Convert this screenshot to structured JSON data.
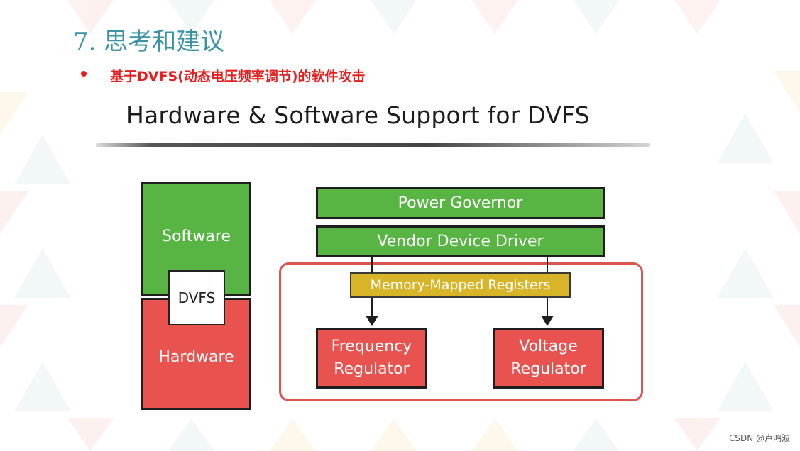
{
  "slide": {
    "title": "7. 思考和建议",
    "bullet": "基于DVFS(动态电压频率调节)的软件攻击",
    "heading": "Hardware & Software Support for DVFS",
    "watermark": "CSDN @卢鸿波"
  },
  "diagram": {
    "left_stack": {
      "software": "Software",
      "dvfs": "DVFS",
      "hardware": "Hardware"
    },
    "right_stack": {
      "power_governor": "Power Governor",
      "vendor_device_driver": "Vendor Device Driver",
      "memory_mapped_registers": "Memory-Mapped Registers",
      "frequency_regulator": [
        "Frequency",
        "Regulator"
      ],
      "voltage_regulator": [
        "Voltage",
        "Regulator"
      ]
    }
  },
  "colors": {
    "accent_title": "#3b94a6",
    "bullet_red": "#e61e1e",
    "software_green": "#58b443",
    "hardware_red": "#e8534f",
    "register_yellow": "#d8b428"
  }
}
